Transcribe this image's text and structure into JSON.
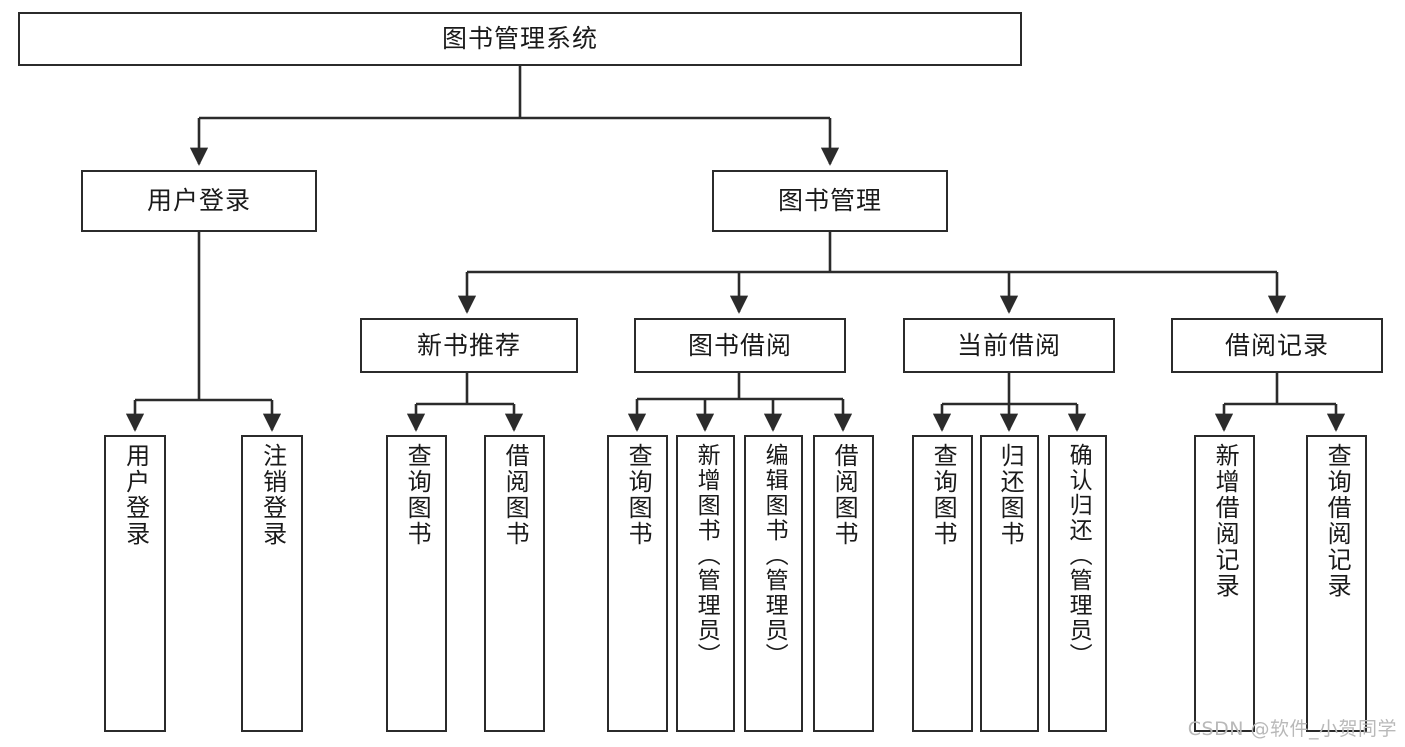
{
  "diagram": {
    "title_text": "图书管理系统",
    "watermark": "CSDN @软件_小贺同学",
    "line_color": "#2b2b2b",
    "background_color": "#ffffff",
    "text_color": "#1a1a1a",
    "watermark_color": "#b9b9b9"
  },
  "nodes": {
    "root": {
      "label": "图书管理系统"
    },
    "level2": [
      {
        "id": "user-login",
        "label": "用户登录"
      },
      {
        "id": "book-management",
        "label": "图书管理"
      }
    ],
    "level3": [
      {
        "id": "new-book-recommend",
        "label": "新书推荐"
      },
      {
        "id": "book-borrow",
        "label": "图书借阅"
      },
      {
        "id": "current-borrow",
        "label": "当前借阅"
      },
      {
        "id": "borrow-record",
        "label": "借阅记录"
      }
    ],
    "leaves": [
      {
        "id": "leaf-user-login",
        "label": "用户登录",
        "parent": "user-login"
      },
      {
        "id": "leaf-logout",
        "label": "注销登录",
        "parent": "user-login"
      },
      {
        "id": "leaf-query-book-1",
        "label": "查询图书",
        "parent": "new-book-recommend"
      },
      {
        "id": "leaf-borrow-book-1",
        "label": "借阅图书",
        "parent": "new-book-recommend"
      },
      {
        "id": "leaf-query-book-2",
        "label": "查询图书",
        "parent": "book-borrow"
      },
      {
        "id": "leaf-add-book",
        "label": "新增图书（管理员）",
        "parent": "book-borrow"
      },
      {
        "id": "leaf-edit-book",
        "label": "编辑图书（管理员）",
        "parent": "book-borrow"
      },
      {
        "id": "leaf-borrow-book-2",
        "label": "借阅图书",
        "parent": "book-borrow"
      },
      {
        "id": "leaf-query-book-3",
        "label": "查询图书",
        "parent": "current-borrow"
      },
      {
        "id": "leaf-return-book",
        "label": "归还图书",
        "parent": "current-borrow"
      },
      {
        "id": "leaf-confirm-return",
        "label": "确认归还（管理员）",
        "parent": "current-borrow"
      },
      {
        "id": "leaf-add-record",
        "label": "新增借阅记录",
        "parent": "borrow-record"
      },
      {
        "id": "leaf-query-record",
        "label": "查询借阅记录",
        "parent": "borrow-record"
      }
    ]
  }
}
